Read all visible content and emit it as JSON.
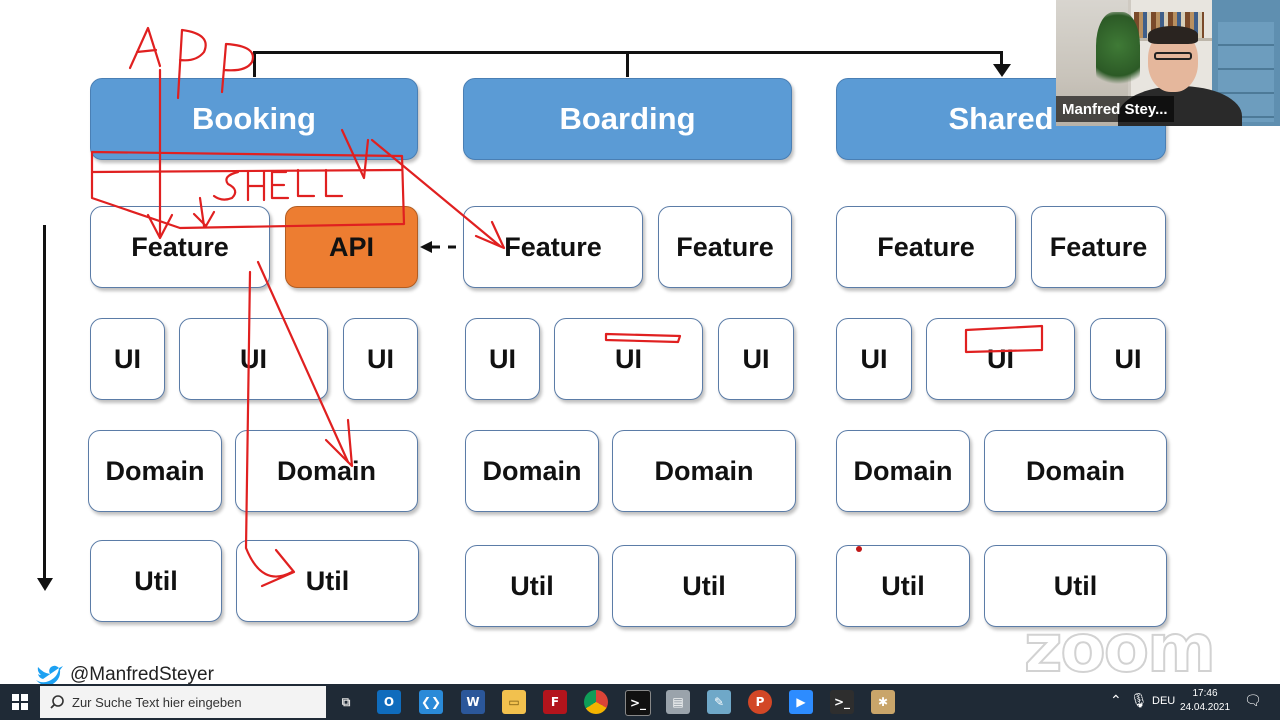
{
  "diagram": {
    "domains": [
      {
        "label": "Booking"
      },
      {
        "label": "Boarding"
      },
      {
        "label": "Shared"
      }
    ],
    "booking": {
      "feature": "Feature",
      "api": "API",
      "ui": [
        "UI",
        "UI",
        "UI"
      ],
      "domain": [
        "Domain",
        "Domain"
      ],
      "util": [
        "Util",
        "Util"
      ]
    },
    "boarding": {
      "feature": [
        "Feature",
        "Feature"
      ],
      "ui": [
        "UI",
        "UI",
        "UI"
      ],
      "domain": [
        "Domain",
        "Domain"
      ],
      "util": [
        "Util",
        "Util"
      ]
    },
    "shared": {
      "feature": [
        "Feature",
        "Feature"
      ],
      "ui": [
        "UI",
        "UI",
        "UI"
      ],
      "domain": [
        "Domain",
        "Domain"
      ],
      "util": [
        "Util",
        "Util"
      ]
    },
    "annotations": {
      "app": "APP",
      "shell": "SHELL"
    }
  },
  "twitter": {
    "handle": "@ManfredSteyer",
    "icon": "twitter-bird-icon"
  },
  "video": {
    "participant": "Manfred Stey..."
  },
  "zoom_watermark": "zoom",
  "taskbar": {
    "search_placeholder": "Zur Suche Text hier eingeben",
    "language": "DEU",
    "time": "17:46",
    "date": "24.04.2021"
  },
  "colors": {
    "domain_head": "#5b9bd5",
    "api": "#ed7d31",
    "annotation": "#e02020",
    "taskbar": "#1f2a36"
  }
}
